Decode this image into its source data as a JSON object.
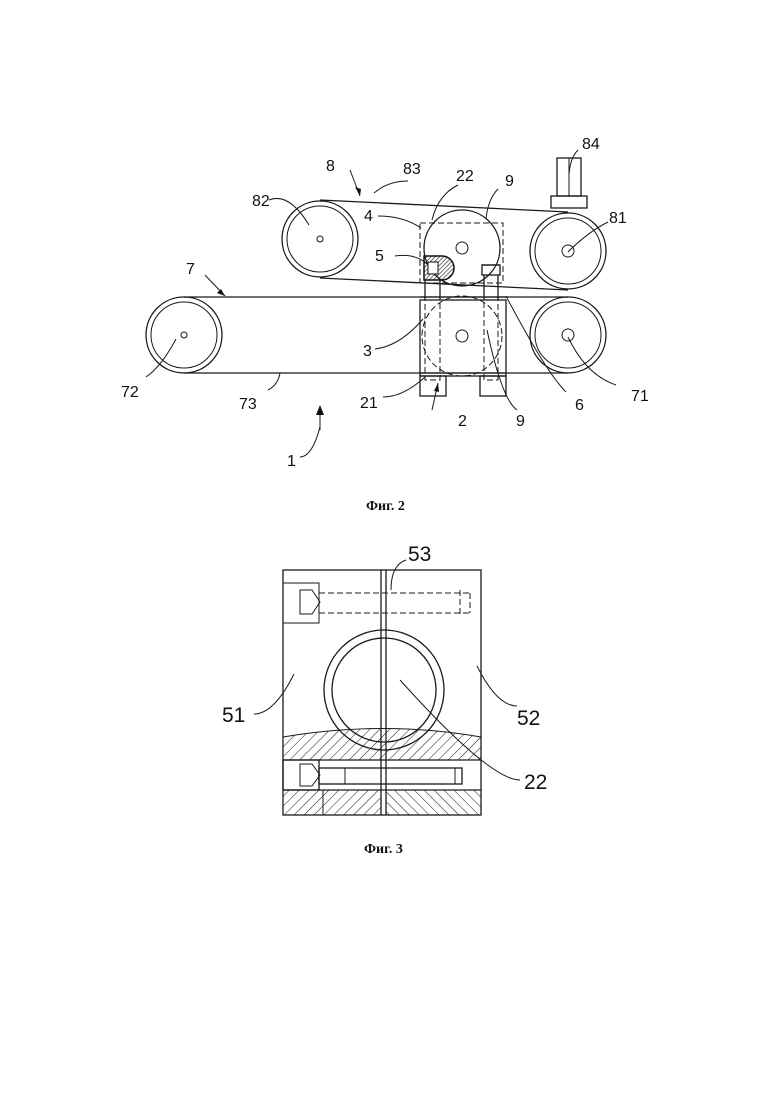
{
  "figures": [
    {
      "caption": "Фиг. 2",
      "labels": {
        "l1": "1",
        "l2": "2",
        "l3": "3",
        "l4": "4",
        "l5": "5",
        "l6": "6",
        "l7": "7",
        "l8": "8",
        "l9a": "9",
        "l9b": "9",
        "l21": "21",
        "l22": "22",
        "l71": "71",
        "l72": "72",
        "l73": "73",
        "l81": "81",
        "l82": "82",
        "l83": "83",
        "l84": "84"
      }
    },
    {
      "caption": "Фиг. 3",
      "labels": {
        "l51": "51",
        "l52": "52",
        "l53": "53",
        "l22": "22"
      }
    }
  ]
}
